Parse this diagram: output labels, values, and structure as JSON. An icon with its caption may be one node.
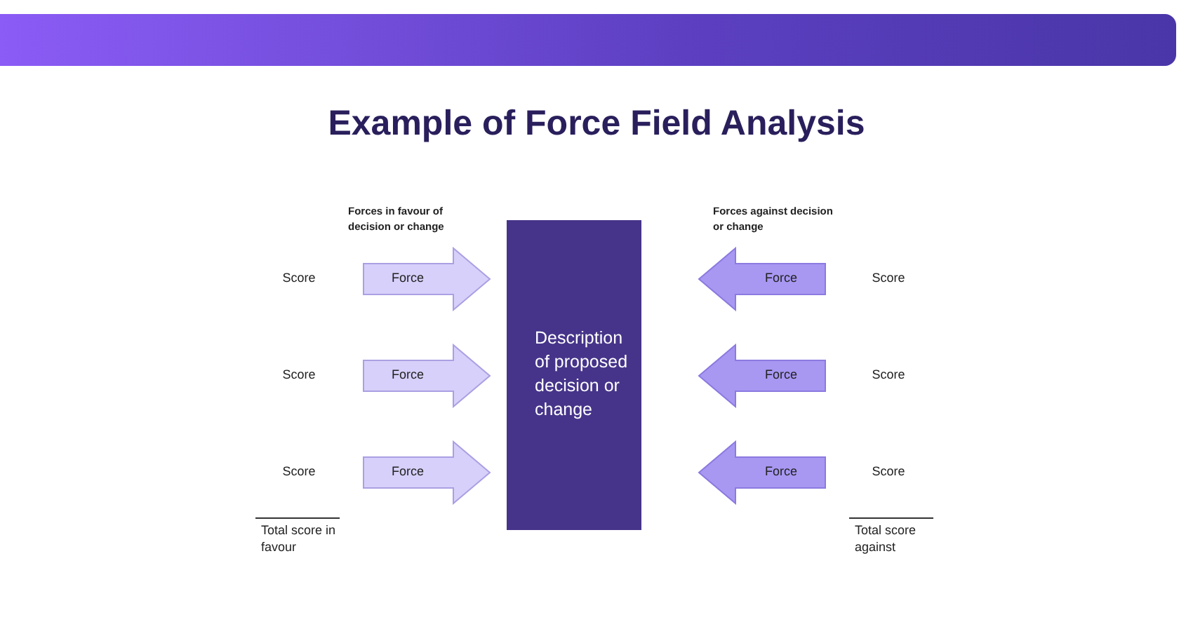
{
  "diagram": {
    "title": "Example of Force Field Analysis",
    "nodes": [
      {
        "text": [
          "Description of proposed decision or change"
        ]
      },
      {
        "text": [
          "Force"
        ],
        "beside": [
          "Score"
        ]
      },
      {
        "text": [
          "Force"
        ],
        "beside": [
          "Score"
        ]
      },
      {
        "text": [
          "Force"
        ],
        "beside": [
          "Score"
        ]
      },
      {
        "text": [
          "Force"
        ],
        "beside": [
          "Score"
        ]
      },
      {
        "text": [
          "Force"
        ],
        "beside": [
          "Score"
        ]
      },
      {
        "text": [
          "Force"
        ],
        "beside": [
          "Score"
        ]
      }
    ],
    "labels": [
      "Forces in favour of decision or change",
      "Forces against decision or change",
      "Total score in favour",
      "Total score against"
    ]
  }
}
